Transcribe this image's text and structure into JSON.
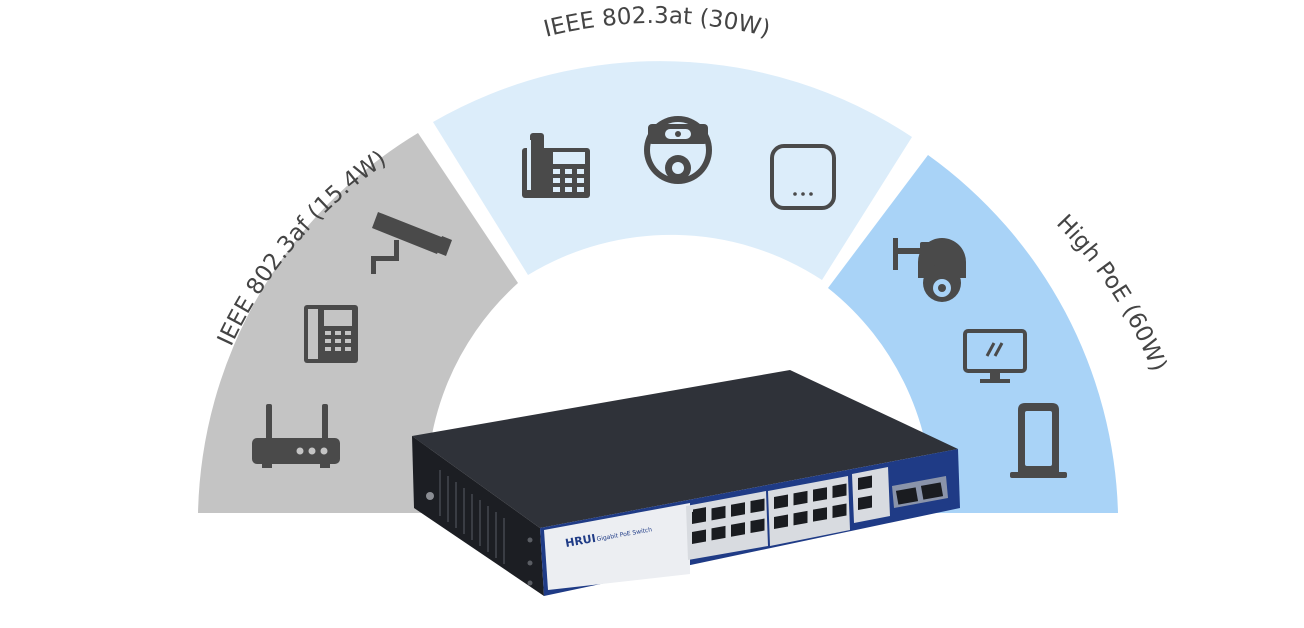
{
  "segments": {
    "af": {
      "label": "IEEE 802.3af (15.4W)",
      "color": "#c4c4c4"
    },
    "at": {
      "label": "IEEE 802.3at (30W)",
      "color": "#dcedfa"
    },
    "high": {
      "label": "High PoE (60W)",
      "color": "#a9d3f7"
    }
  },
  "icons": {
    "af": [
      "router-icon",
      "desk-phone-icon",
      "bullet-camera-icon"
    ],
    "at": [
      "ip-phone-icon",
      "dome-camera-icon",
      "access-point-icon"
    ],
    "high": [
      "ptz-camera-icon",
      "monitor-icon",
      "kiosk-icon"
    ]
  },
  "device": {
    "brand": "HRUI",
    "model_label": "Gigabit PoE Switch",
    "body_color": "#2b2e35",
    "panel_color": "#1f3b86"
  },
  "colors": {
    "icon": "#4a4a4a",
    "background": "#ffffff"
  }
}
